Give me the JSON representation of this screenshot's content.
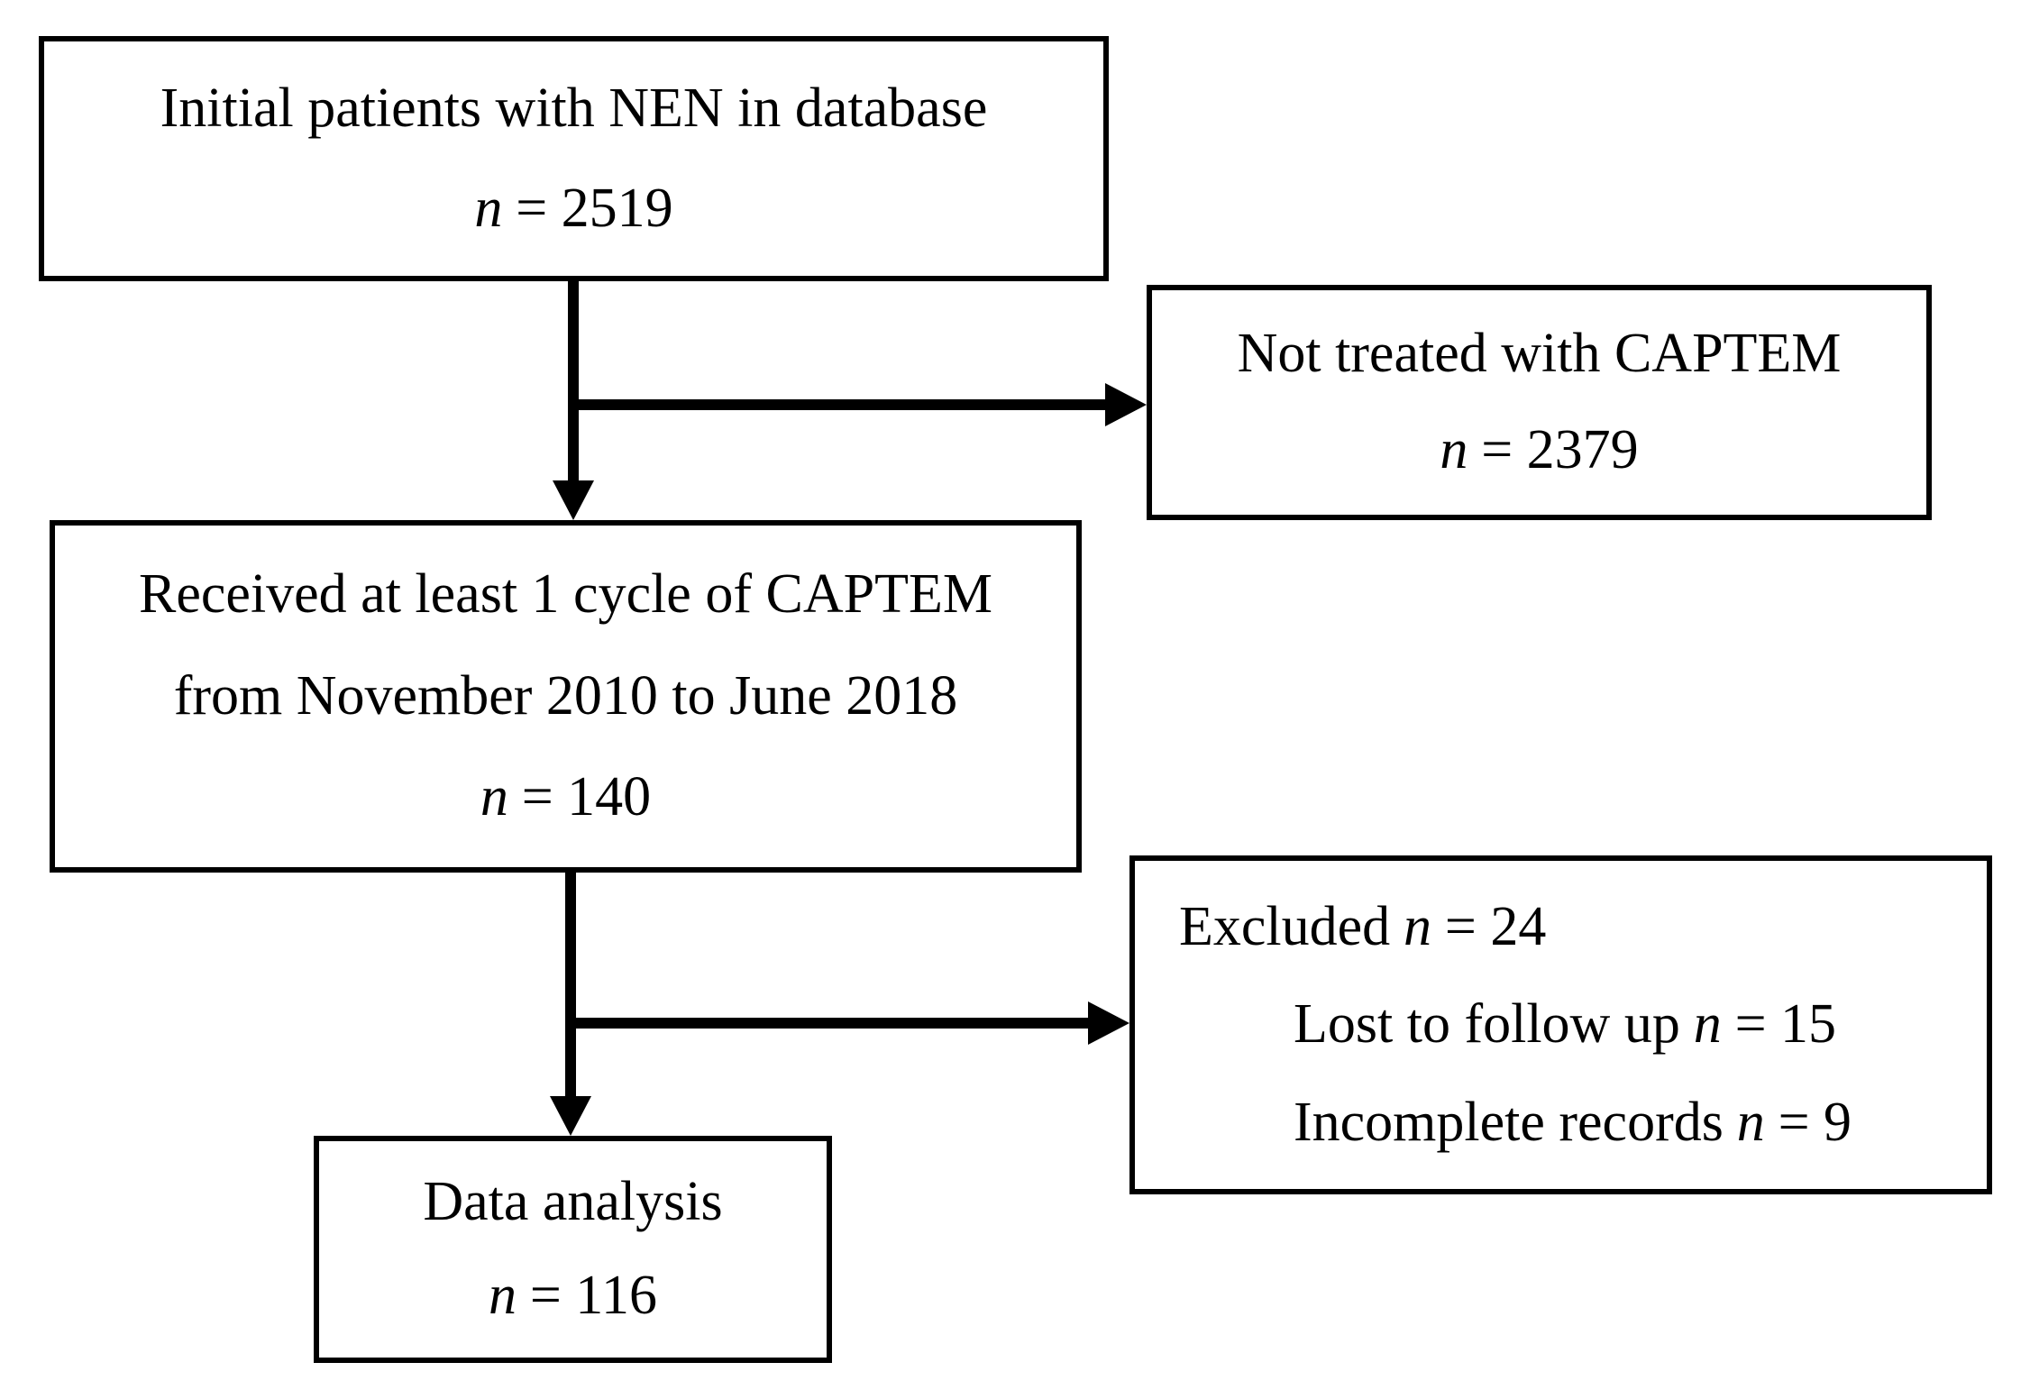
{
  "diagram": {
    "kind": "patient-flow-diagram",
    "colors": {
      "line": "#000000",
      "text": "#000000",
      "background": "#ffffff"
    },
    "boxes": {
      "initial": {
        "label": "Initial patients with NEN in database",
        "n_var": "n",
        "n_value": "= 2519"
      },
      "not_treated": {
        "label": "Not treated with CAPTEM",
        "n_var": "n",
        "n_value": "= 2379"
      },
      "received": {
        "label_line1": "Received at least 1 cycle of CAPTEM",
        "label_line2": "from November 2010 to June 2018",
        "n_var": "n",
        "n_value": "= 140"
      },
      "excluded": {
        "title": "Excluded",
        "title_var": "n",
        "title_value": "= 24",
        "items": [
          {
            "label": "Lost to follow up",
            "var": "n",
            "value": "= 15"
          },
          {
            "label": "Incomplete records",
            "var": "n",
            "value": "= 9"
          }
        ]
      },
      "analysis": {
        "label": "Data analysis",
        "n_var": "n",
        "n_value": "= 116"
      }
    }
  }
}
